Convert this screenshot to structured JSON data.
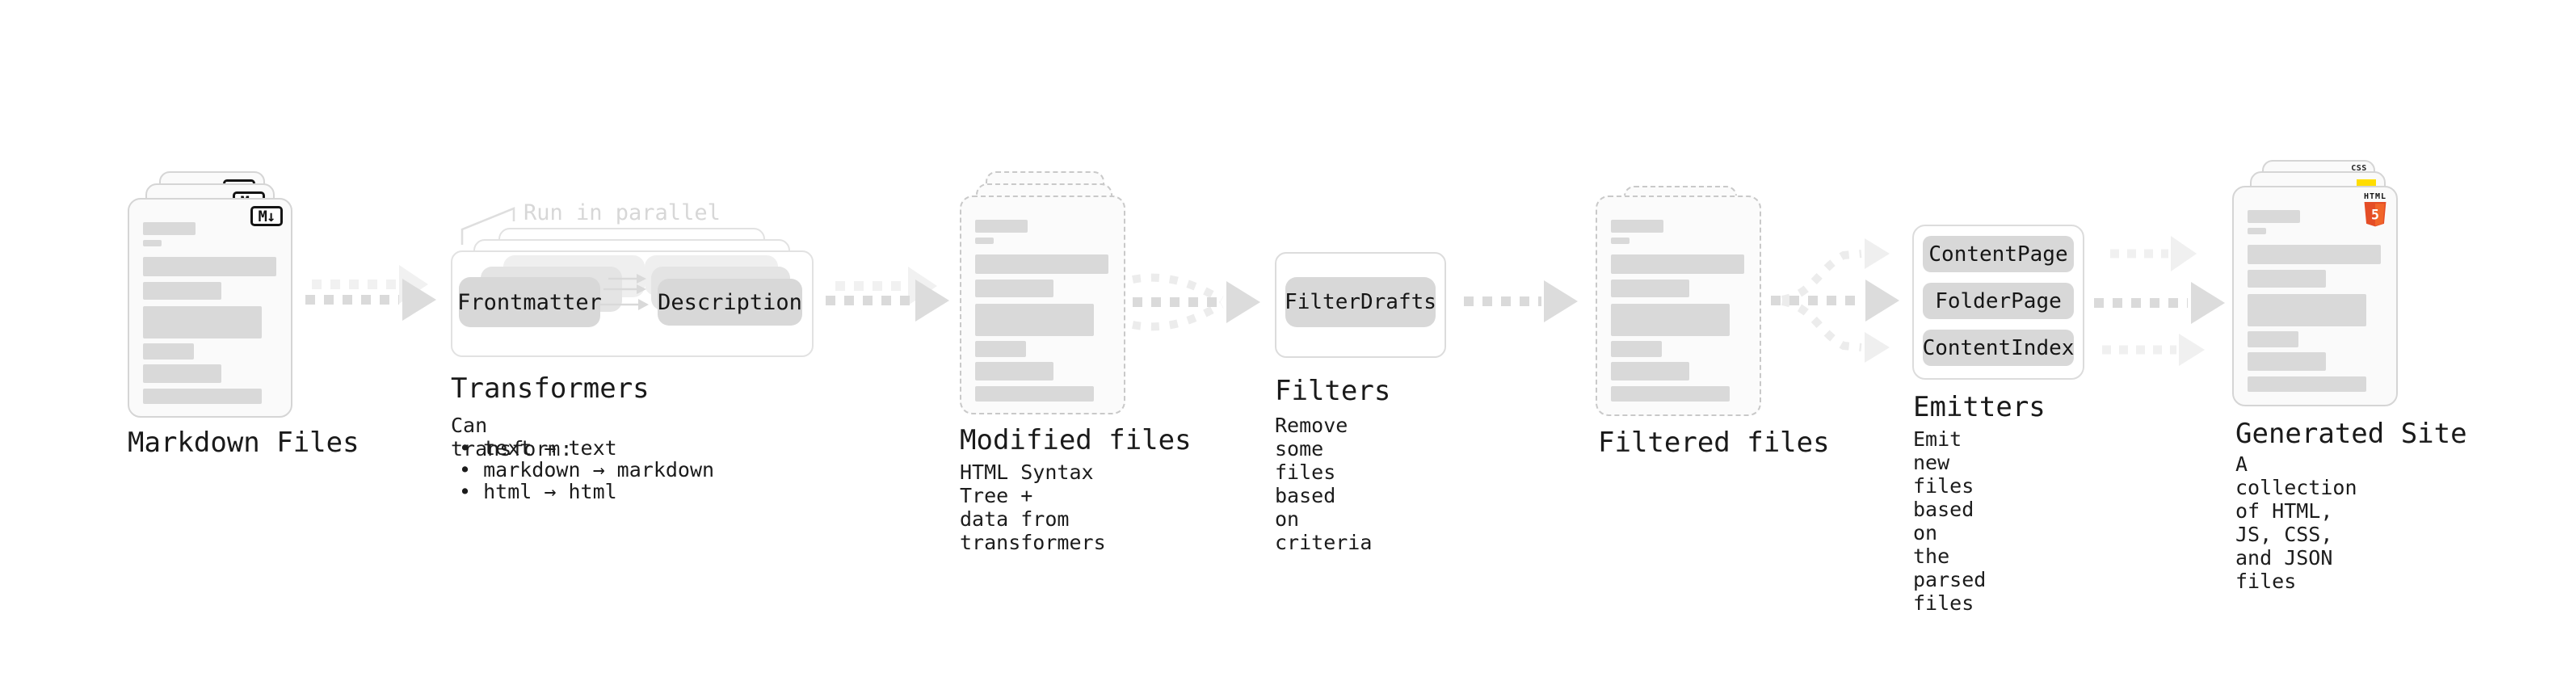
{
  "stages": {
    "markdown": {
      "label": "Markdown Files",
      "badge": "M↓"
    },
    "transformers": {
      "label": "Transformers",
      "annotation": "Run in parallel",
      "pill_left": "Frontmatter",
      "pill_right": "Description",
      "desc_title": "Can transform:",
      "bullets": [
        "• text → text",
        "• markdown → markdown",
        "• html → html"
      ]
    },
    "modified": {
      "label": "Modified files",
      "description": "HTML Syntax Tree +\ndata from transformers"
    },
    "filters": {
      "label": "Filters",
      "pill": "FilterDrafts",
      "description": "Remove some files based\non criteria"
    },
    "filtered": {
      "label": "Filtered files"
    },
    "emitters": {
      "label": "Emitters",
      "pills": [
        "ContentPage",
        "FolderPage",
        "ContentIndex"
      ],
      "description": "Emit new files based on\nthe parsed files"
    },
    "generated": {
      "label": "Generated Site",
      "description": "A collection of HTML,\nJS, CSS, and JSON files",
      "badge_css": "CSS",
      "badge_html_label": "HTML",
      "badge_html_number": "5"
    }
  },
  "colors": {
    "bar": "#d9d9d9",
    "arrow": "#dadada",
    "arrow_light": "#f0f0f0",
    "css_blue": "#2965f1",
    "js_yellow": "#ffdd00",
    "html5_orange": "#e44d26",
    "html5_orange_light": "#f16529"
  }
}
